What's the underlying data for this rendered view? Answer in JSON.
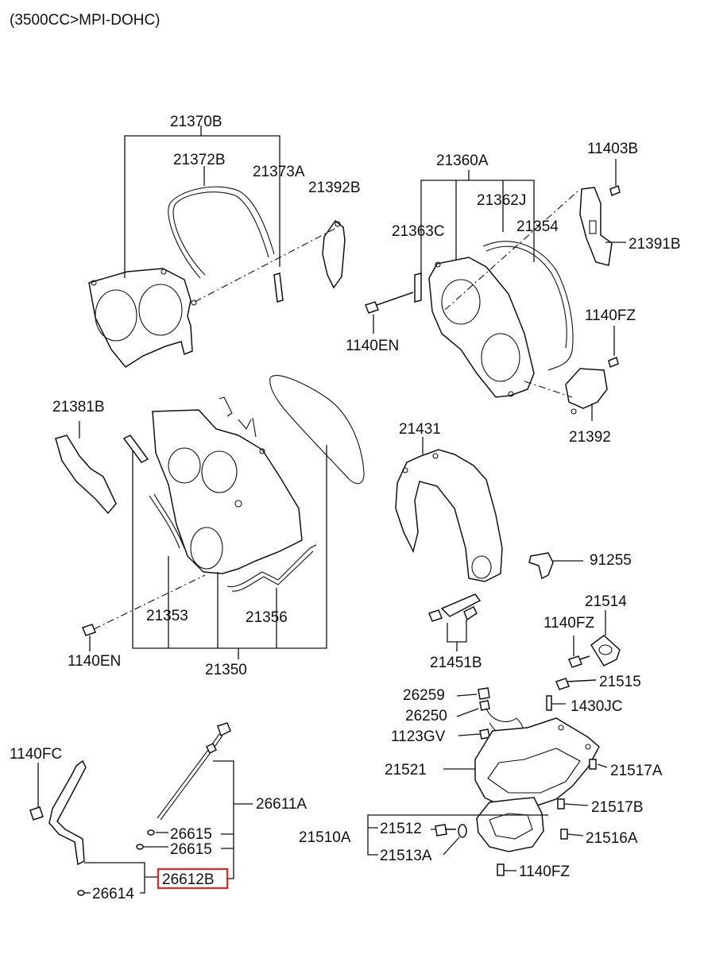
{
  "header": "(3500CC>MPI-DOHC)",
  "highlight_color": "#e3262b",
  "parts": {
    "p21370B": "21370B",
    "p21372B": "21372B",
    "p21373A": "21373A",
    "p21392B": "21392B",
    "p21360A": "21360A",
    "p11403B": "11403B",
    "p21362J": "21362J",
    "p21363C": "21363C",
    "p21354": "21354",
    "p21391B": "21391B",
    "p1140EN_top": "1140EN",
    "p1140FZ_top": "1140FZ",
    "p21392": "21392",
    "p21381B": "21381B",
    "p21431": "21431",
    "p91255": "91255",
    "p21353": "21353",
    "p21356": "21356",
    "p1140EN_mid": "1140EN",
    "p21350": "21350",
    "p21451B": "21451B",
    "p21514": "21514",
    "p1140FZ_mid": "1140FZ",
    "p21515": "21515",
    "p26259": "26259",
    "p26250": "26250",
    "p1430JC": "1430JC",
    "p1123GV": "1123GV",
    "p21521": "21521",
    "p21517A": "21517A",
    "p21517B": "21517B",
    "p21516A": "21516A",
    "p21510A": "21510A",
    "p21512": "21512",
    "p21513A": "21513A",
    "p1140FZ_bot": "1140FZ",
    "p1140FC": "1140FC",
    "p26611A": "26611A",
    "p26615_a": "26615",
    "p26615_b": "26615",
    "p26612B": "26612B",
    "p26614": "26614"
  }
}
